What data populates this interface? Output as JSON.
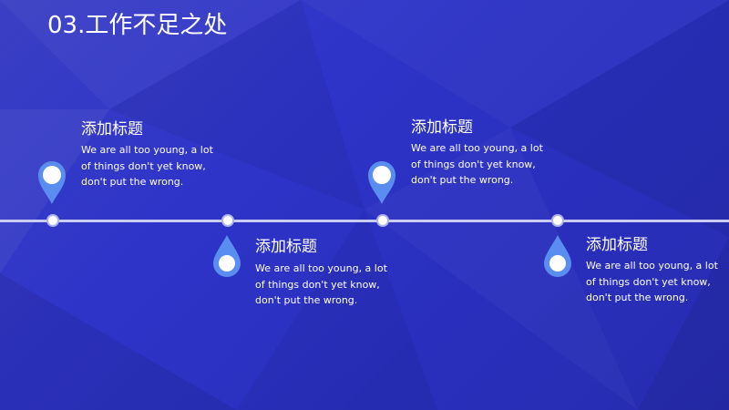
{
  "slide": {
    "title": "03.工作不足之处",
    "colors": {
      "background": "#2e34c8",
      "marker": "#5a8df0",
      "timeline": "#c9cdf2"
    }
  },
  "items": [
    {
      "title": "添加标题",
      "desc": "We are all too young, a lot of things don't yet know, don't put the wrong.",
      "icon": "map-pin-icon"
    },
    {
      "title": "添加标题",
      "desc": "We are all too young, a lot of things don't yet know, don't put the wrong.",
      "icon": "water-drop-icon"
    },
    {
      "title": "添加标题",
      "desc": "We are all too young, a lot of things don't yet know, don't put the wrong.",
      "icon": "map-pin-icon"
    },
    {
      "title": "添加标题",
      "desc": "We are all too young, a lot of things don't yet know, don't put the wrong.",
      "icon": "water-drop-icon"
    }
  ]
}
